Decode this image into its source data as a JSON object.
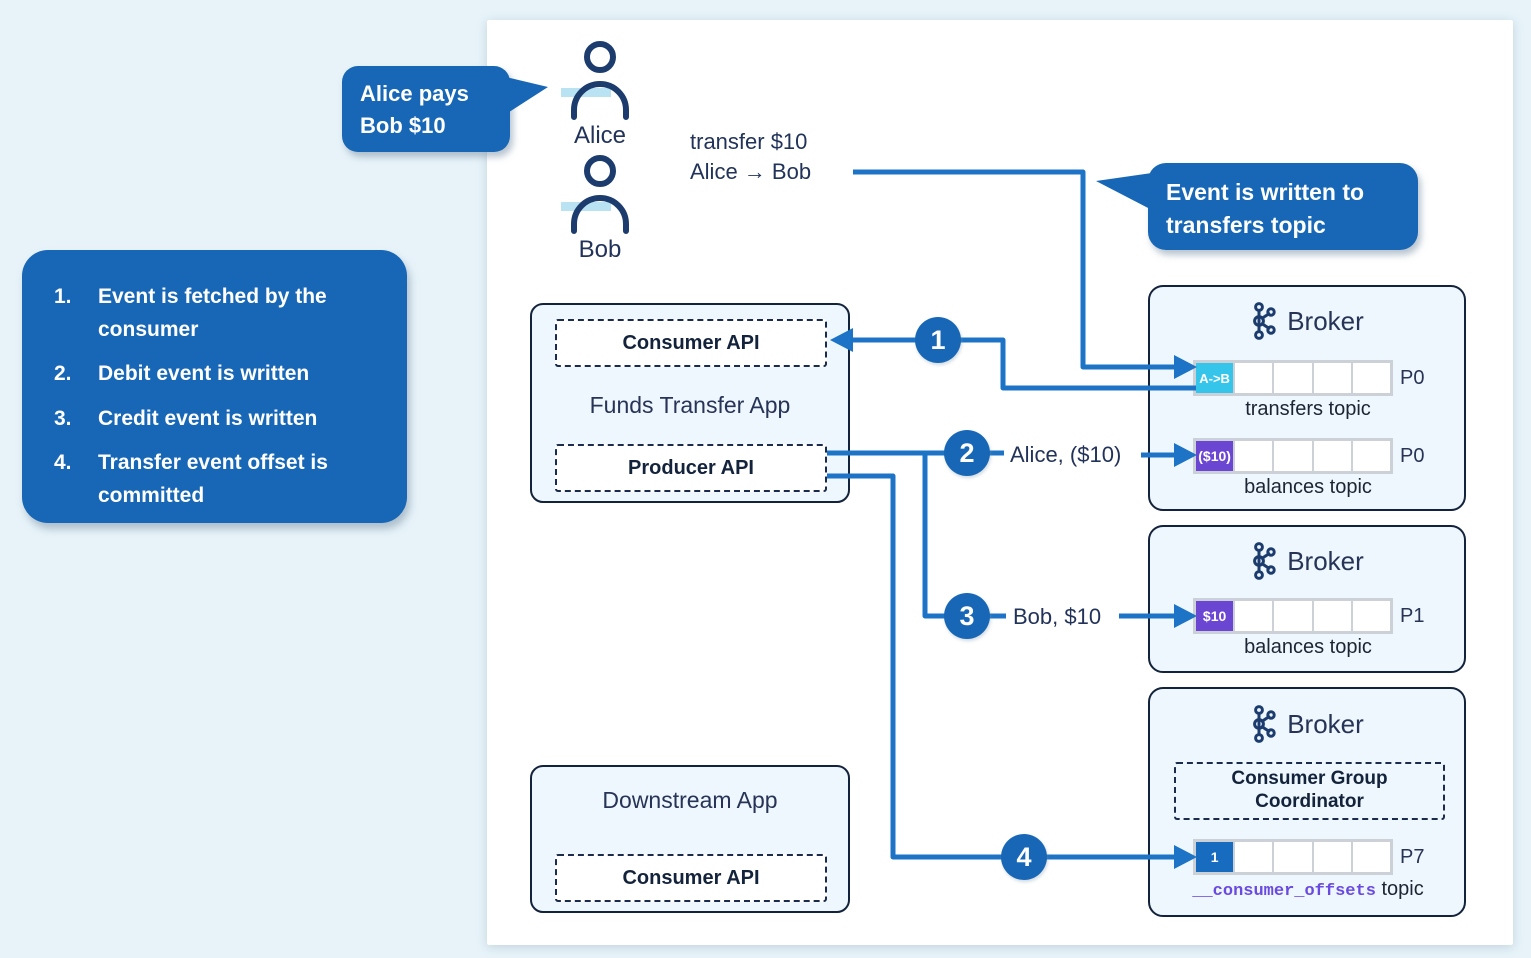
{
  "colors": {
    "bubble_blue": "#1767b6",
    "wire_blue": "#1d73c6",
    "navy": "#14233c",
    "box_bg": "#edf7fd",
    "cell_cyan": "#36c5ea",
    "cell_purple": "#6b46d2",
    "cell_blue": "#176cc0",
    "offsets_purple": "#6a4ae0"
  },
  "callouts": {
    "alice_pays": {
      "line1": "Alice pays",
      "line2": "Bob $10"
    },
    "event_written": {
      "line1": "Event is written to",
      "line2": "transfers topic"
    }
  },
  "info_list": {
    "items": [
      {
        "num": "1.",
        "text": "Event is fetched by the consumer"
      },
      {
        "num": "2.",
        "text": "Debit event is written"
      },
      {
        "num": "3.",
        "text": "Credit event is written"
      },
      {
        "num": "4.",
        "text": "Transfer event offset is committed"
      }
    ]
  },
  "actors": [
    {
      "name": "Alice"
    },
    {
      "name": "Bob"
    }
  ],
  "transfer_note": {
    "line1": "transfer $10",
    "line2": "Alice → Bob"
  },
  "apps": {
    "funds_transfer": {
      "title": "Funds Transfer App",
      "consumer_api": "Consumer API",
      "producer_api": "Producer API"
    },
    "downstream": {
      "title": "Downstream App",
      "consumer_api": "Consumer API"
    }
  },
  "brokers": [
    {
      "title": "Broker",
      "rows": [
        {
          "first_cell": "A->B",
          "cell_color": "#36c5ea",
          "partition": "P0",
          "caption": "transfers topic"
        },
        {
          "first_cell": "($10)",
          "cell_color": "#6b46d2",
          "partition": "P0",
          "caption": "balances topic"
        }
      ]
    },
    {
      "title": "Broker",
      "rows": [
        {
          "first_cell": "$10",
          "cell_color": "#6b46d2",
          "partition": "P1",
          "caption": "balances topic"
        }
      ]
    },
    {
      "title": "Broker",
      "coordinator": "Consumer Group Coordinator",
      "rows": [
        {
          "first_cell": "1",
          "cell_color": "#176cc0",
          "partition": "P7",
          "caption_code": "__consumer_offsets",
          "caption_suffix": " topic"
        }
      ]
    }
  ],
  "steps": [
    {
      "n": "1",
      "label": ""
    },
    {
      "n": "2",
      "label": "Alice, ($10)"
    },
    {
      "n": "3",
      "label": "Bob, $10"
    },
    {
      "n": "4",
      "label": ""
    }
  ]
}
